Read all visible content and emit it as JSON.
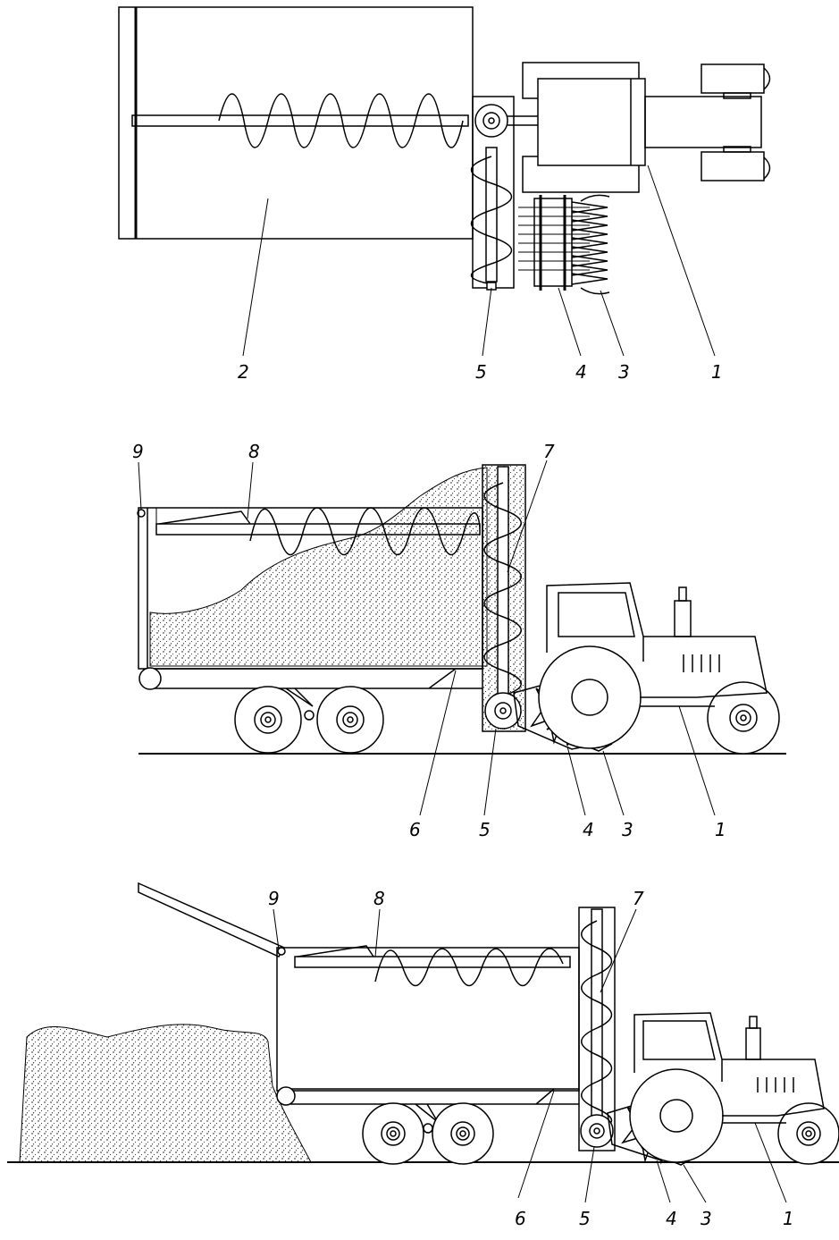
{
  "figure": {
    "views": [
      {
        "id": "top-view",
        "labels": [
          "1",
          "2",
          "3",
          "4",
          "5"
        ]
      },
      {
        "id": "side-view-loading",
        "labels": [
          "1",
          "3",
          "4",
          "5",
          "6",
          "7",
          "8",
          "9"
        ]
      },
      {
        "id": "side-view-unloading",
        "labels": [
          "1",
          "3",
          "4",
          "5",
          "6",
          "7",
          "8",
          "9"
        ]
      }
    ]
  },
  "colors": {
    "line": "#000000",
    "background": "#ffffff"
  }
}
